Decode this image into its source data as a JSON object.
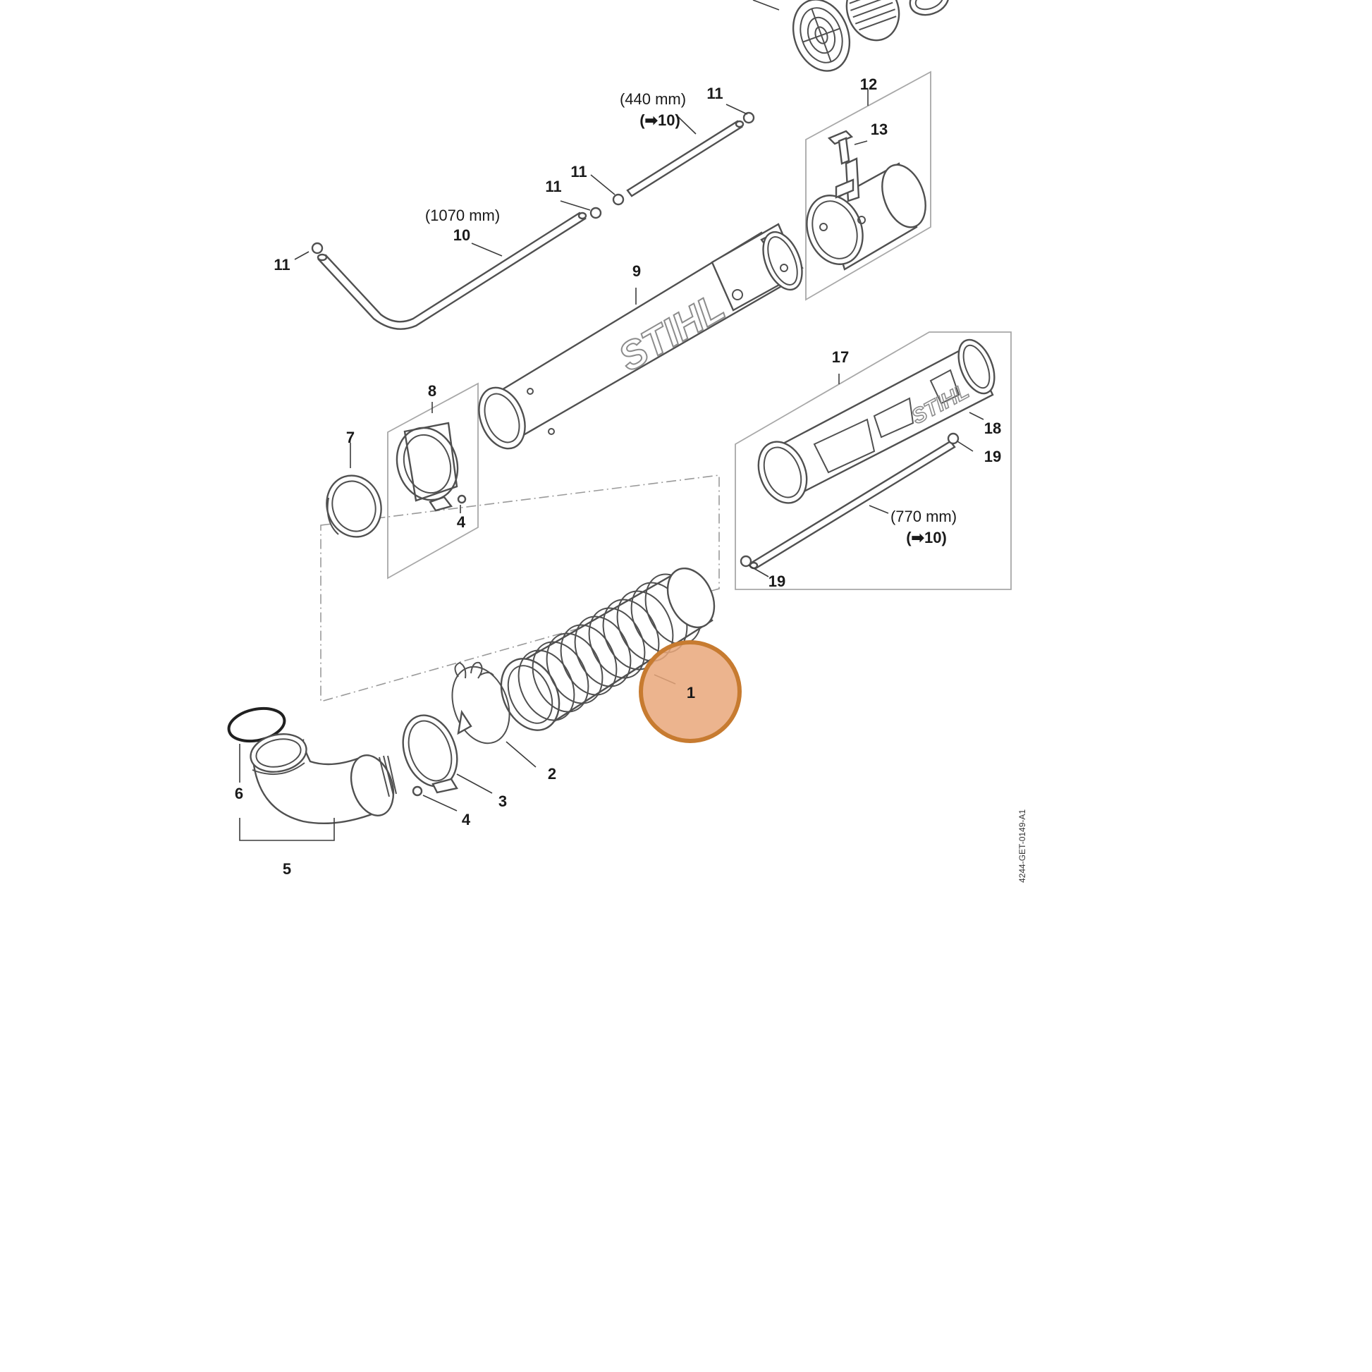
{
  "diagram": {
    "drawing_code": "4244-GET-0149-A1",
    "highlight_color": "#E9A77A",
    "highlight_border_color": "#C77B30",
    "logo_text": "STIHL",
    "labels": {
      "p1": "1",
      "p2": "2",
      "p3": "3",
      "p4a": "4",
      "p4b": "4",
      "p5": "5",
      "p6": "6",
      "p7": "7",
      "p8": "8",
      "p9": "9",
      "p10a": "10",
      "p11a": "11",
      "p11b": "11",
      "p11c": "11",
      "p11d": "11",
      "p12": "12",
      "p13": "13",
      "p17": "17",
      "p18": "18",
      "p19a": "19",
      "p19b": "19"
    },
    "lengths": {
      "tube_long": "(1070 mm)",
      "tube_short": "(440 mm)",
      "tube_mid": "(770 mm)"
    },
    "refs": {
      "short_ref": "10",
      "mid_ref": "10"
    }
  }
}
